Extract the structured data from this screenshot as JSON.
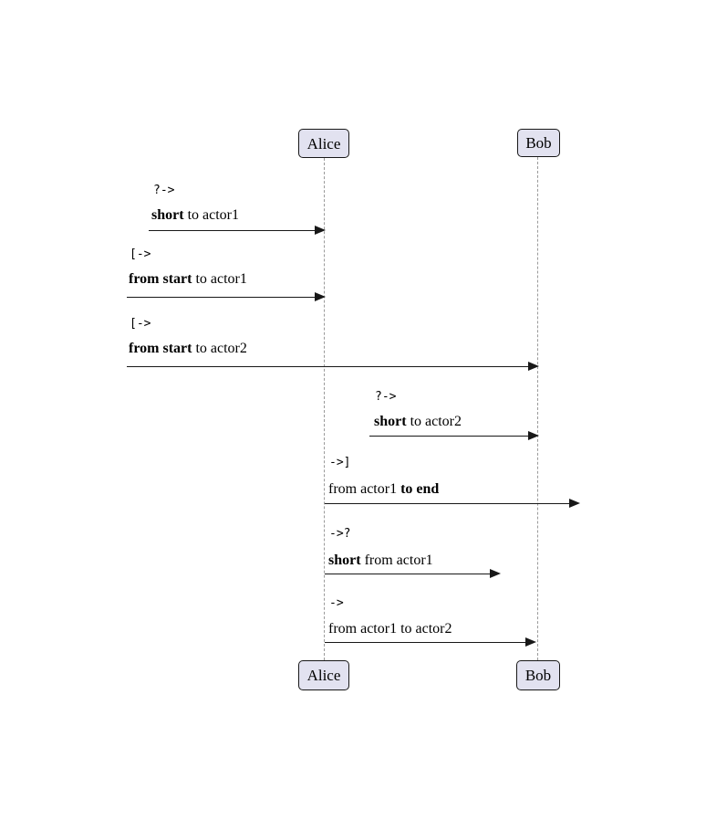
{
  "diagram": {
    "type": "sequence-diagram",
    "participants": [
      {
        "name": "Alice"
      },
      {
        "name": "Bob"
      }
    ],
    "messages": [
      {
        "operator": "?->",
        "segments": [
          {
            "text": "short",
            "bold": true
          },
          {
            "text": " to actor1",
            "bold": false
          }
        ]
      },
      {
        "operator": "[->",
        "segments": [
          {
            "text": "from start",
            "bold": true
          },
          {
            "text": " to actor1",
            "bold": false
          }
        ]
      },
      {
        "operator": "[->",
        "segments": [
          {
            "text": "from start",
            "bold": true
          },
          {
            "text": " to actor2",
            "bold": false
          }
        ]
      },
      {
        "operator": "?->",
        "segments": [
          {
            "text": "short",
            "bold": true
          },
          {
            "text": " to actor2",
            "bold": false
          }
        ]
      },
      {
        "operator": "->]",
        "segments": [
          {
            "text": "from actor1 ",
            "bold": false
          },
          {
            "text": "to end",
            "bold": true
          }
        ]
      },
      {
        "operator": "->?",
        "segments": [
          {
            "text": "short",
            "bold": true
          },
          {
            "text": " from actor1",
            "bold": false
          }
        ]
      },
      {
        "operator": "->",
        "segments": [
          {
            "text": "from actor1 to actor2",
            "bold": false
          }
        ]
      }
    ],
    "colors": {
      "background": "#ffffff",
      "participant_fill": "#e2e2f0",
      "participant_border": "#181818",
      "lifeline": "#9a9a9a",
      "arrow": "#181818"
    }
  }
}
